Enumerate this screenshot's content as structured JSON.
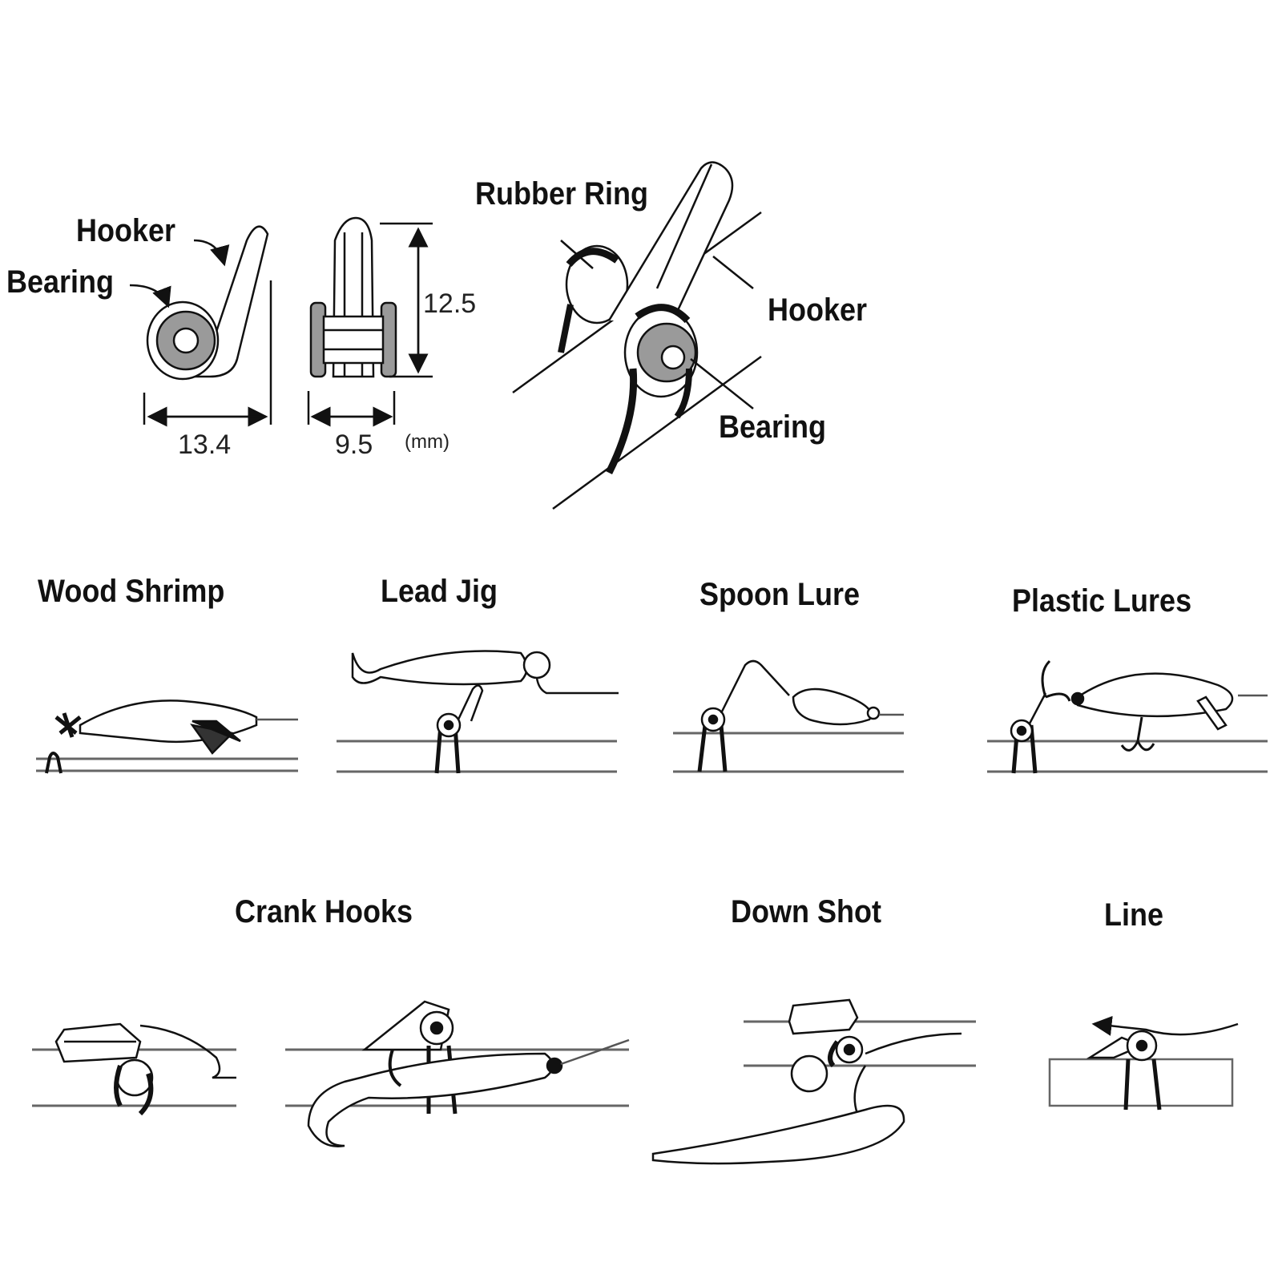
{
  "parts": {
    "hooker_left": "Hooker",
    "bearing_left": "Bearing",
    "rubber_ring": "Rubber Ring",
    "hooker_right": "Hooker",
    "bearing_right": "Bearing"
  },
  "dimensions": {
    "width": "13.4",
    "depth": "9.5",
    "height": "12.5",
    "unit": "(mm)"
  },
  "usages": [
    "Wood Shrimp",
    "Lead Jig",
    "Spoon Lure",
    "Plastic Lures",
    "Crank Hooks",
    "Down Shot",
    "Line"
  ],
  "colors": {
    "ink": "#111111",
    "bearing_fill": "#9a9a9a",
    "rod_line": "#555555"
  }
}
